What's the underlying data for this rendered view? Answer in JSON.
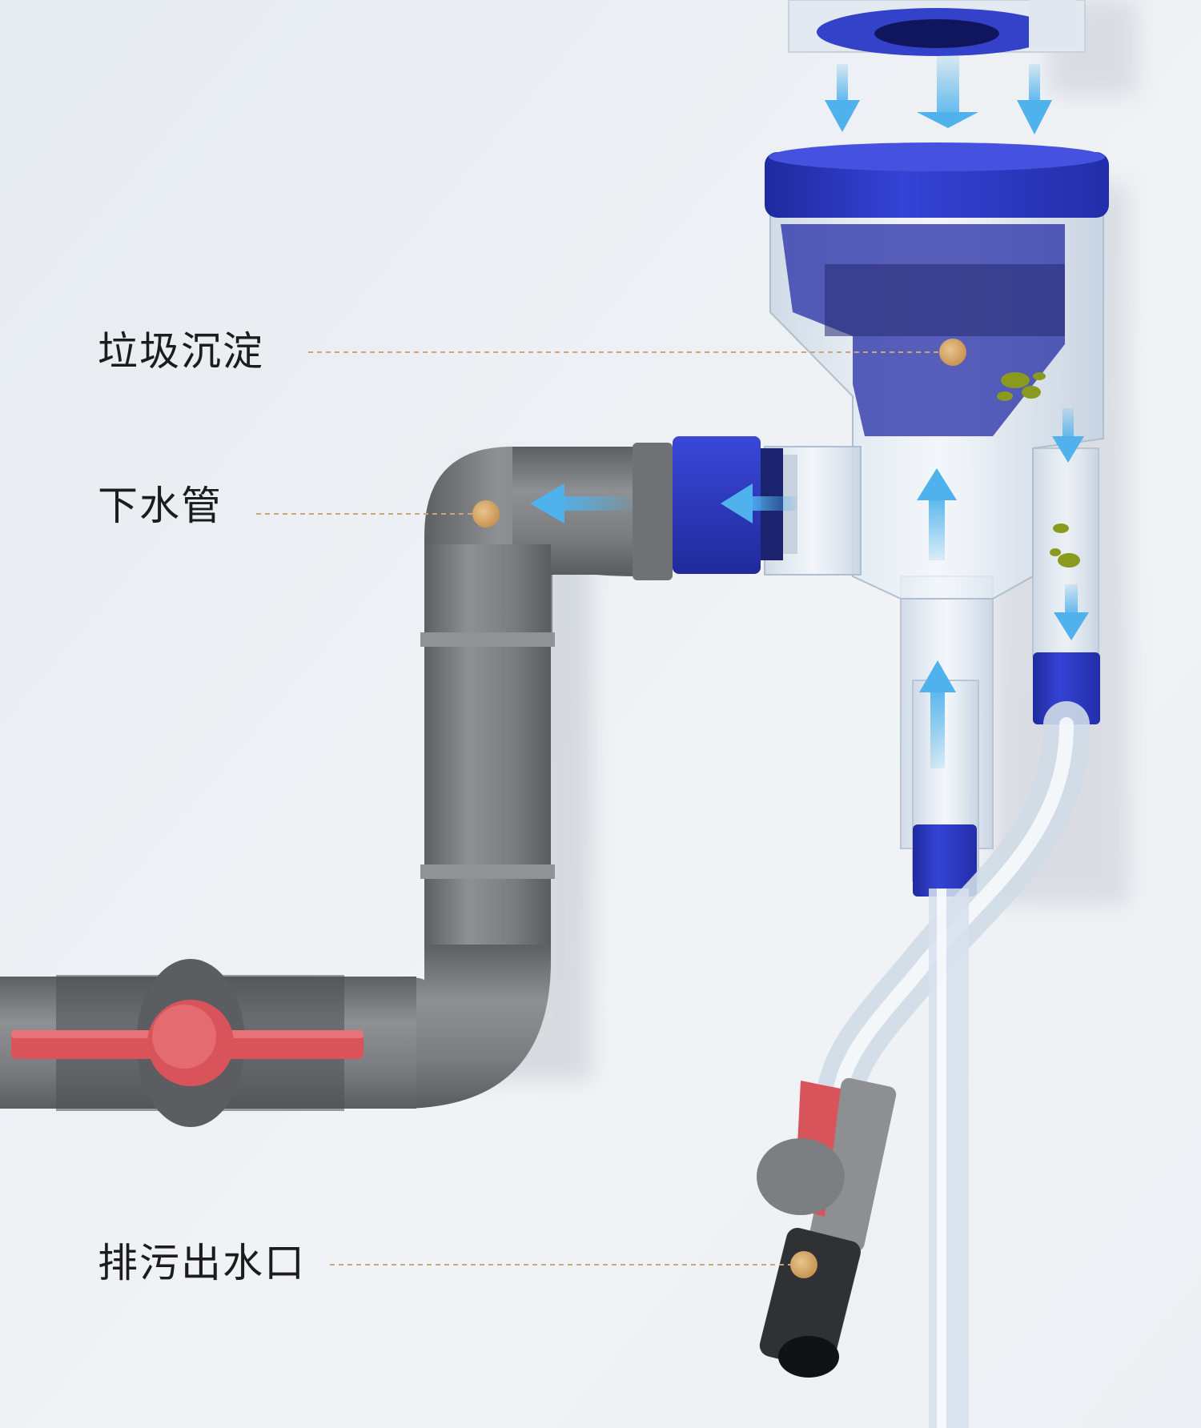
{
  "callouts": [
    {
      "id": "debris-sedimentation",
      "text": "垃圾沉淀"
    },
    {
      "id": "drain-pipe",
      "text": "下水管"
    },
    {
      "id": "sewage-outlet",
      "text": "排污出水口"
    }
  ],
  "colors": {
    "background": "#eef1f5",
    "grey_pipe": "#7d7f82",
    "blue_fitting": "#2b36c4",
    "clear_body": "#dfe9f3",
    "flow_arrow": "#4fb2ec",
    "valve_handle": "#d9545a",
    "callout_dot": "#d9ac6e",
    "callout_line": "#c9a77b",
    "debris": "#8a9a1e",
    "label_text": "#1c1c1c"
  },
  "icons": [
    "flow-arrow-icon",
    "callout-marker-icon",
    "ball-valve-icon"
  ]
}
